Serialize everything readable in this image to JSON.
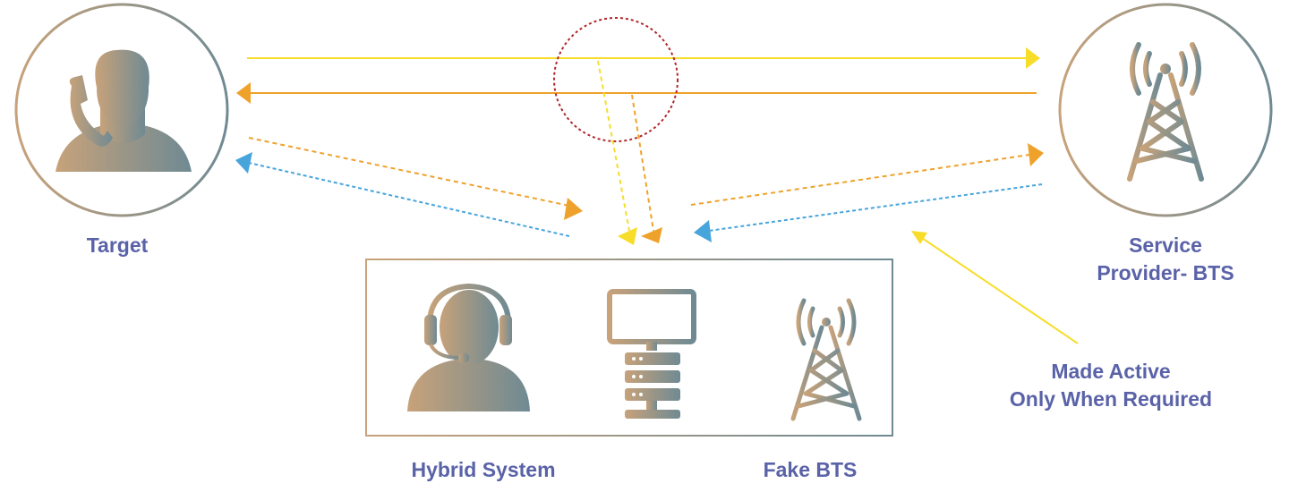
{
  "labels": {
    "target": "Target",
    "service_provider": [
      "Service",
      "Provider- BTS"
    ],
    "hybrid_system": "Hybrid System",
    "fake_bts": "Fake BTS",
    "made_active": [
      "Made Active",
      "Only When Required"
    ]
  },
  "icons": {
    "target": "person-on-phone-icon",
    "service_provider": "cell-tower-icon",
    "operator": "headset-operator-icon",
    "server": "computer-server-icon",
    "fake_bts": "cell-tower-icon"
  },
  "colors": {
    "label": "#5a62a8",
    "gradient_start": "#c7a27a",
    "gradient_end": "#6f8a93",
    "yellow_arrow": "#f7dd2a",
    "orange_arrow": "#eea22c",
    "blue_arrow": "#48a5dc",
    "intercept_circle": "#b0262b"
  }
}
